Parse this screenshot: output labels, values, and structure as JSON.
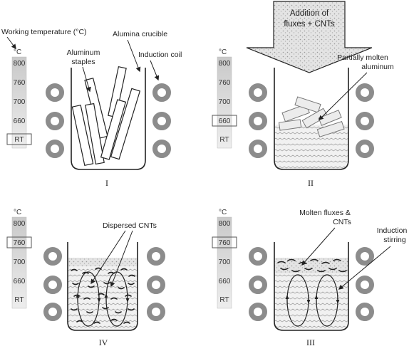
{
  "thermometer": {
    "unit": "°C",
    "ticks": [
      "800",
      "760",
      "700",
      "660",
      "RT"
    ]
  },
  "panel_I": {
    "roman": "I",
    "working_temperature_label": "Working temperature (°C)",
    "staples_label_line1": "Aluminum",
    "staples_label_line2": "staples",
    "crucible_label": "Alumina crucible",
    "coil_label": "Induction coil",
    "selected_temperature": "RT"
  },
  "panel_II": {
    "roman": "II",
    "addition_line1": "Addition of",
    "addition_line2": "fluxes + CNTs",
    "molten_line1": "Partially molten",
    "molten_line2": "aluminum",
    "selected_temperature": "660"
  },
  "panel_III": {
    "roman": "III",
    "fluxes_line1": "Molten fluxes &",
    "fluxes_line2": "CNTs",
    "stirring_line1": "Induction",
    "stirring_line2": "stirring",
    "selected_temperature": "760"
  },
  "panel_IV": {
    "roman": "IV",
    "dispersed_label": "Dispersed CNTs",
    "selected_temperature": "760"
  },
  "colors": {
    "outline": "#222222",
    "coil": "#8c8c8c",
    "thermometer_fill": "#d4d4d4",
    "melt_fill": "#ececec",
    "speckle": "#d8d8d8"
  }
}
